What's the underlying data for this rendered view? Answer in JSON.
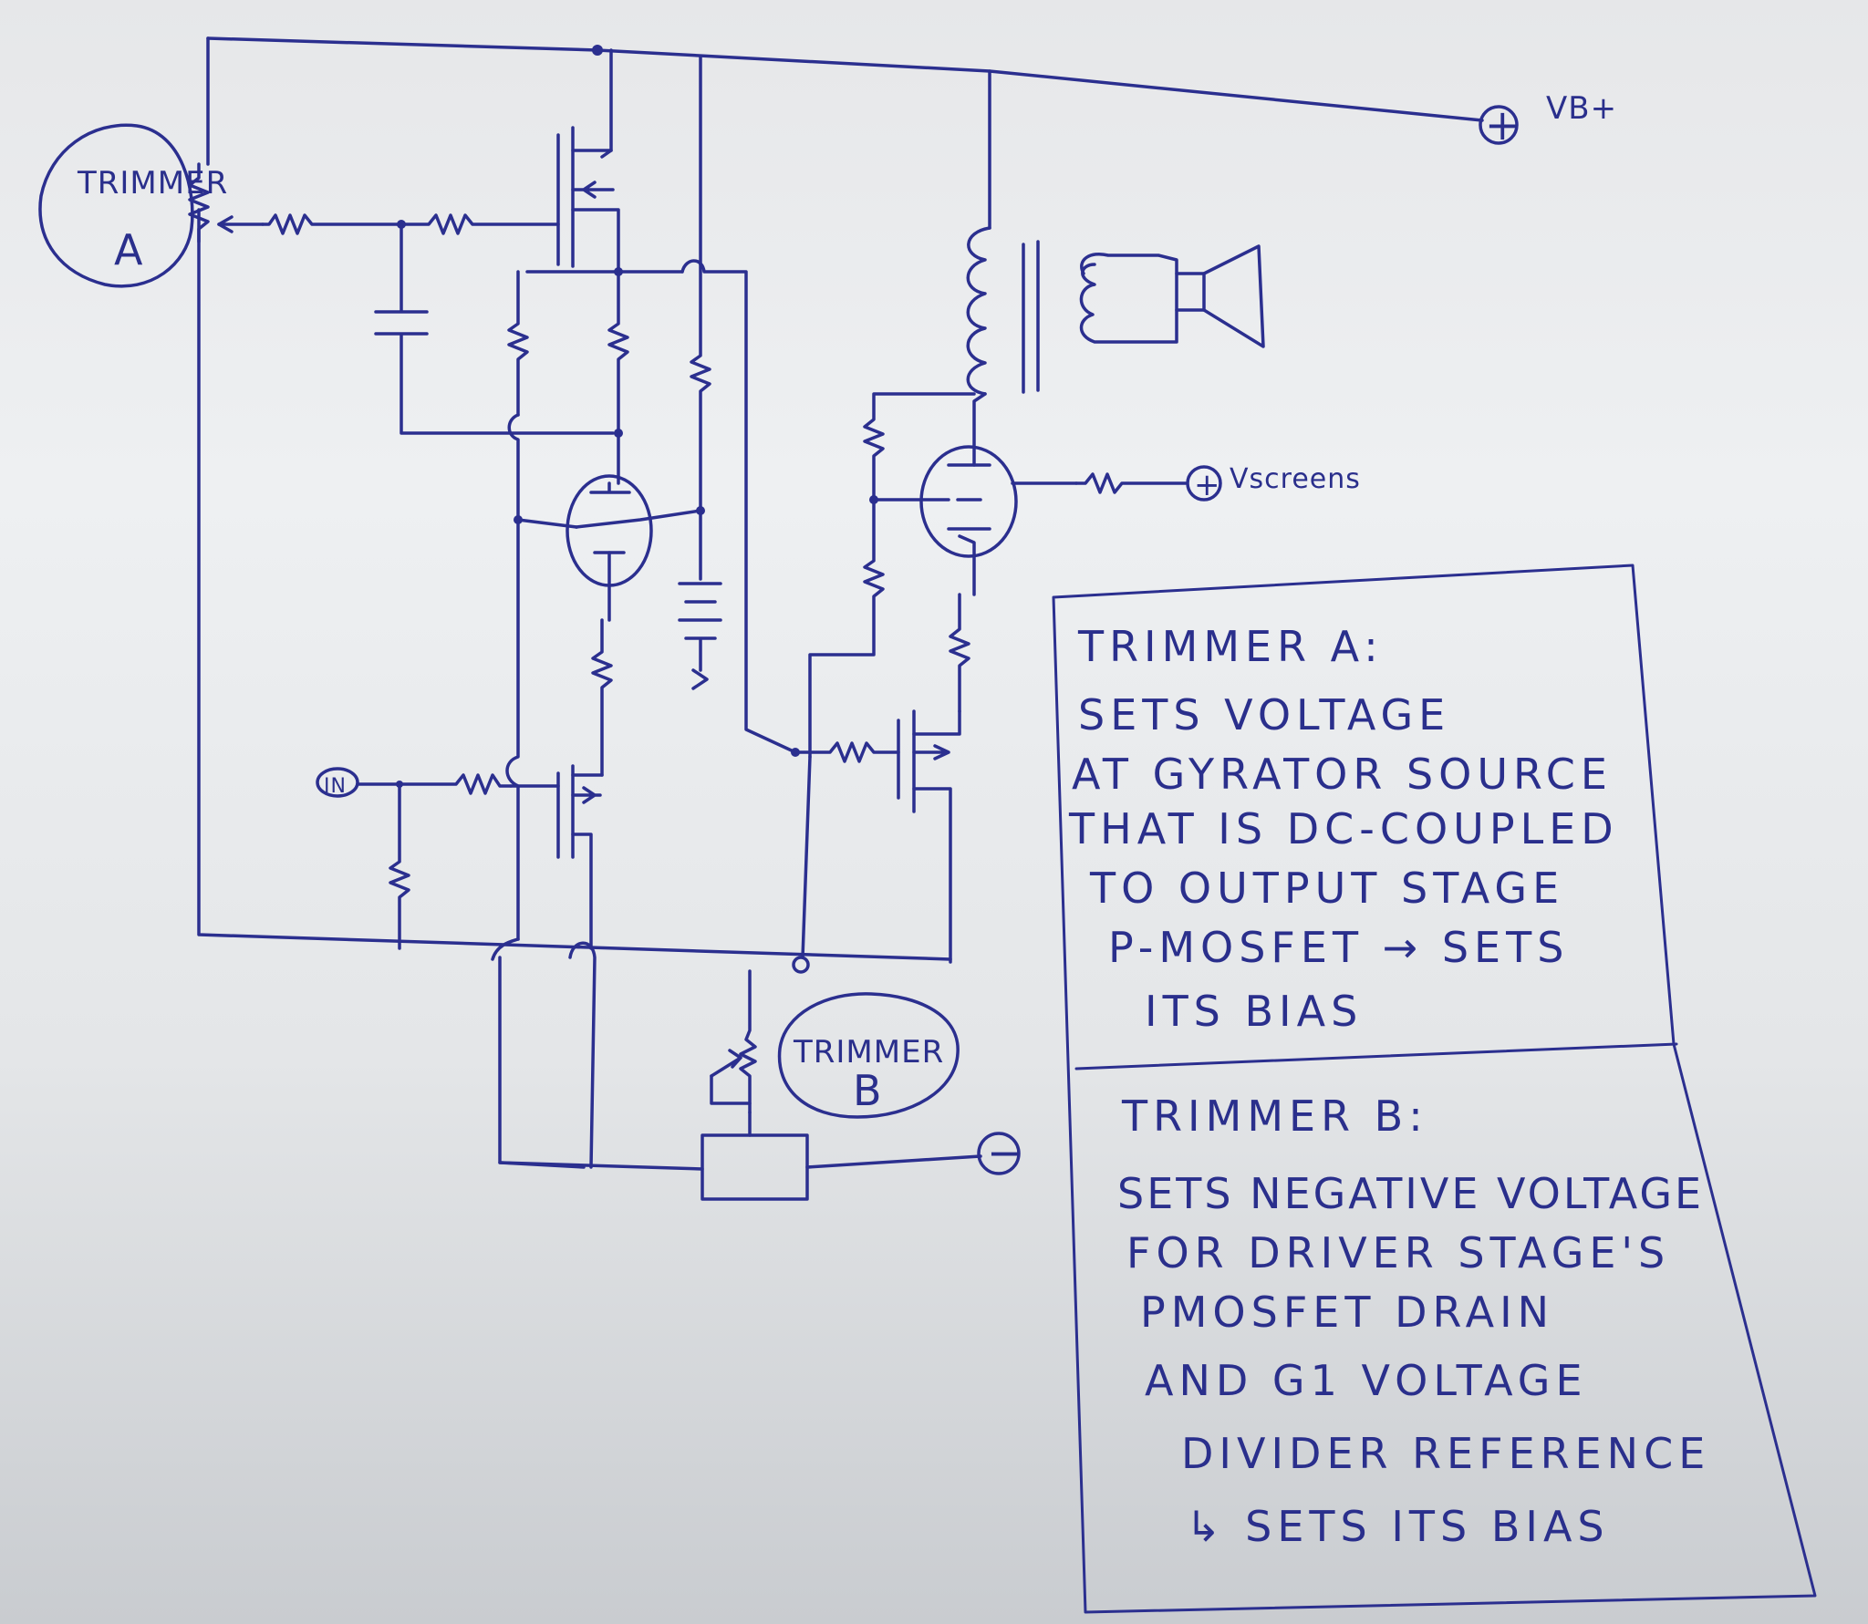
{
  "labels": {
    "trimmer_a_title": "TRIMMER",
    "trimmer_a_letter": "A",
    "trimmer_b_title": "TRIMMER",
    "trimmer_b_letter": "B",
    "vb_plus": "VB+",
    "vb_plus_symbol": "+",
    "vscreens": "Vscreens",
    "vscreens_symbol": "+",
    "input": "IN",
    "negative_symbol": "−"
  },
  "notes": {
    "trimmer_a": {
      "title": "TRIMMER A:",
      "lines": [
        "SETS VOLTAGE",
        "AT GYRATOR SOURCE",
        "THAT IS DC-COUPLED",
        "TO OUTPUT STAGE",
        "P-MOSFET → SETS",
        "ITS BIAS"
      ]
    },
    "trimmer_b": {
      "title": "TRIMMER B:",
      "lines": [
        "SETS NEGATIVE VOLTAGE",
        "FOR DRIVER STAGE'S",
        "PMOSFET DRAIN",
        "AND G1 VOLTAGE",
        "DIVIDER REFERENCE",
        "↳ SETS ITS BIAS"
      ]
    }
  },
  "colors": {
    "ink": "#2b2f8f",
    "paper": "#eceef0"
  }
}
